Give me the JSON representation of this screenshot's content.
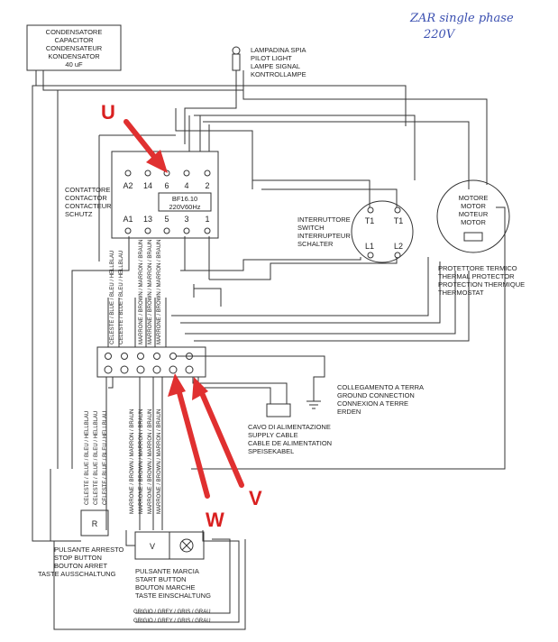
{
  "annotation": {
    "handwritten_line1": "ZAR single phase",
    "handwritten_line2": "220V"
  },
  "capacitor": {
    "lines": [
      "CONDENSATORE",
      "CAPACITOR",
      "CONDENSATEUR",
      "KONDENSATOR",
      "40 uF"
    ]
  },
  "pilot_light": {
    "lines": [
      "LAMPADINA SPIA",
      "PILOT LIGHT",
      "LAMPE SIGNAL",
      "KONTROLLAMPE"
    ]
  },
  "contactor": {
    "lines": [
      "CONTATTORE",
      "CONTACTOR",
      "CONTACTEUR",
      "SCHUTZ"
    ],
    "top_terminals": [
      "A2",
      "14",
      "6",
      "4",
      "2"
    ],
    "bottom_terminals": [
      "A1",
      "13",
      "5",
      "3",
      "1"
    ],
    "model_line1": "BF16.10",
    "model_line2": "220V60Hz"
  },
  "switch": {
    "lines": [
      "INTERRUTTORE",
      "SWITCH",
      "INTERRUPTEUR",
      "SCHALTER"
    ],
    "terminals": [
      "T1",
      "T1",
      "L1",
      "L2"
    ]
  },
  "motor": {
    "lines": [
      "MOTORE",
      "MOTOR",
      "MOTEUR",
      "MOTOR"
    ]
  },
  "thermal_protector": {
    "lines": [
      "PROTETTORE TERMICO",
      "THERMAL PROTECTOR",
      "PROTECTION THERMIQUE",
      "THERMOSTAT"
    ]
  },
  "ground": {
    "lines": [
      "COLLEGAMENTO A TERRA",
      "GROUND CONNECTION",
      "CONNEXION A TERRE",
      "ERDEN"
    ]
  },
  "supply_cable": {
    "lines": [
      "CAVO DI ALIMENTAZIONE",
      "SUPPLY CABLE",
      "CABLE DE ALIMENTATION",
      "SPEISEKABEL"
    ]
  },
  "stop_button": {
    "symbol": "R",
    "lines": [
      "PULSANTE ARRESTO",
      "STOP BUTTON",
      "BOUTON ARRET",
      "TASTE AUSSCHALTUNG"
    ]
  },
  "start_button": {
    "symbol": "V",
    "lines": [
      "PULSANTE MARCIA",
      "START BUTTON",
      "BOUTON MARCHE",
      "TASTE EINSCHALTUNG"
    ]
  },
  "wire_labels": {
    "blue": "CELESTE / BLUE / BLEU / HELLBLAU",
    "brown": "MARRONE / BROWN / MARRON / BRAUN",
    "grey": "GRIGIO / GREY / GRIS / GRAU"
  },
  "callouts": {
    "u": "U",
    "v": "V",
    "w": "W"
  },
  "colors": {
    "callout_red": "#e03030",
    "handwriting_blue": "#3a4fb0",
    "line": "#333333"
  }
}
